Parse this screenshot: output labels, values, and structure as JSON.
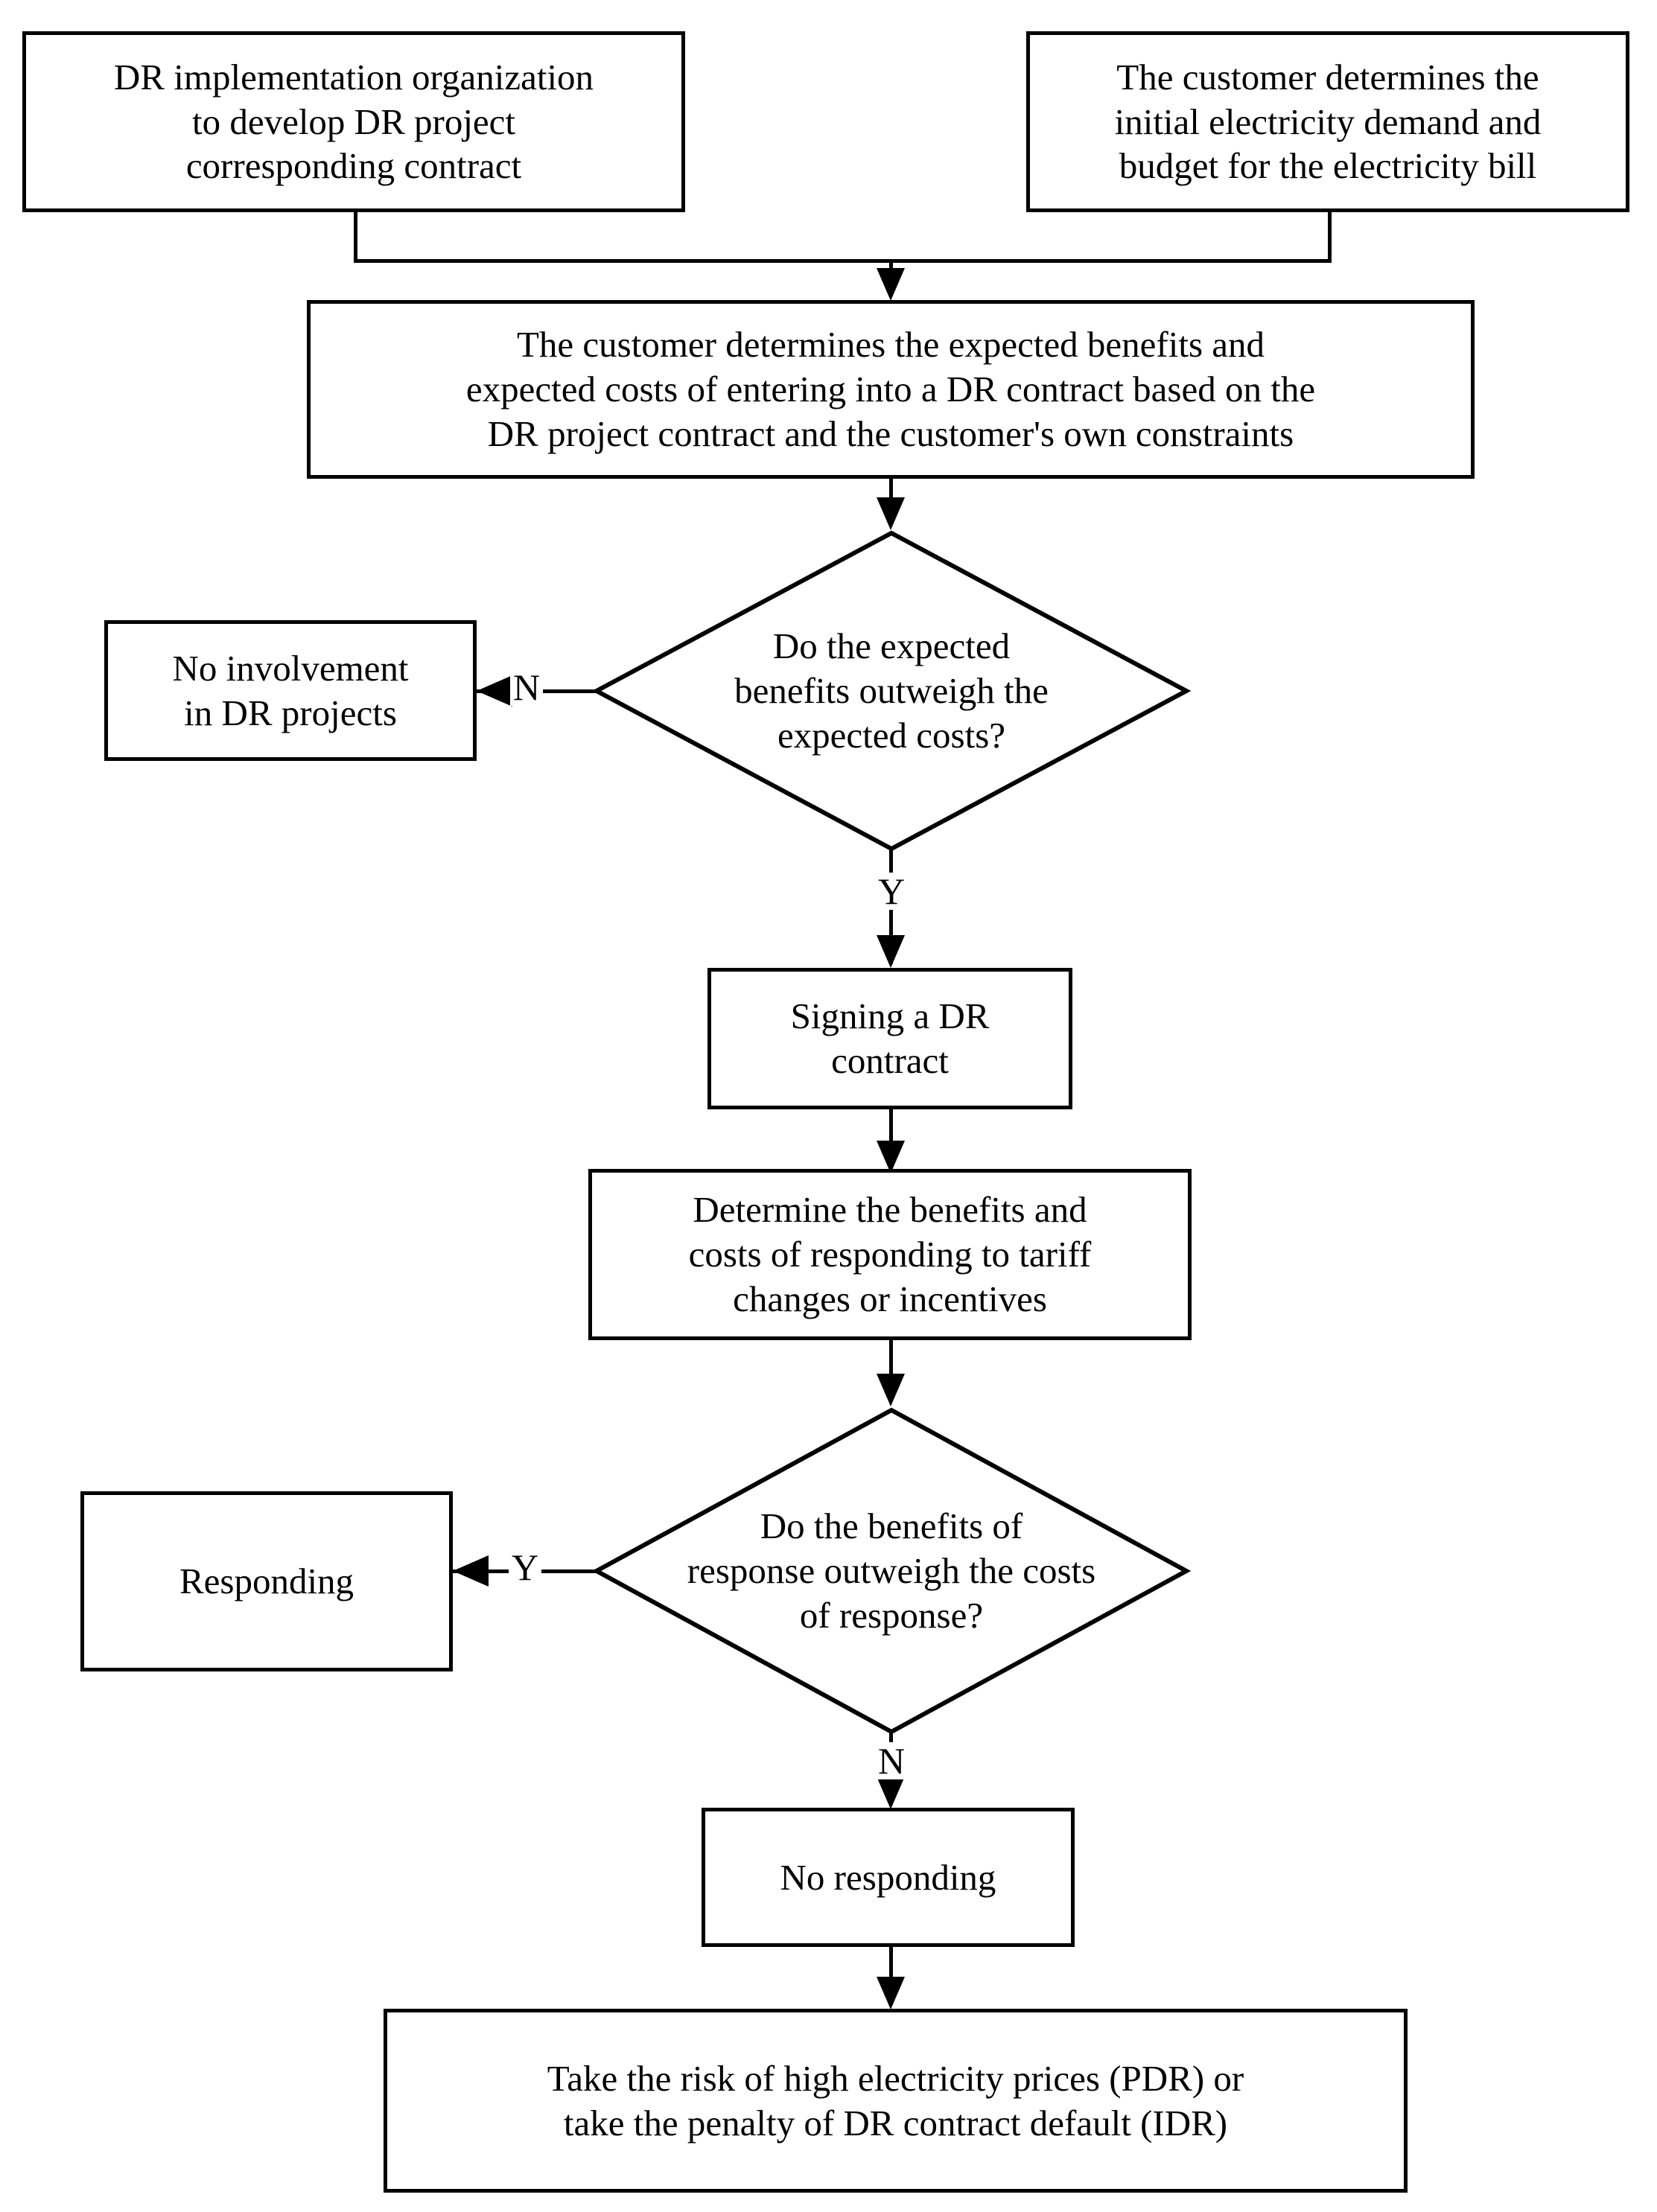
{
  "diagram": {
    "title": "DR customer decision-making flowchart",
    "type": "flowchart",
    "colors": {
      "stroke": "#000000",
      "fill": "#ffffff",
      "text": "#000000"
    },
    "nodes": {
      "dr_org_contract": {
        "shape": "process",
        "text": "DR implementation organization\nto develop DR project\ncorresponding contract"
      },
      "customer_initial_demand": {
        "shape": "process",
        "text": "The customer determines the\ninitial electricity demand and\nbudget for the electricity bill"
      },
      "customer_expected": {
        "shape": "process",
        "text": "The customer determines the expected benefits and\nexpected costs of entering into a DR contract based on the\nDR project contract and the  customer's own constraints"
      },
      "decision_expected": {
        "shape": "decision",
        "text": "Do the expected\nbenefits outweigh the\nexpected costs?"
      },
      "no_involvement": {
        "shape": "process",
        "text": "No involvement\nin DR projects"
      },
      "signing_contract": {
        "shape": "process",
        "text": "Signing a DR\ncontract"
      },
      "determine_benefits": {
        "shape": "process",
        "text": "Determine the benefits and\ncosts of responding to tariff\nchanges or incentives"
      },
      "decision_response": {
        "shape": "decision",
        "text": "Do the benefits of\nresponse outweigh the costs\nof response?"
      },
      "responding": {
        "shape": "process",
        "text": "Responding"
      },
      "no_responding": {
        "shape": "process",
        "text": "No responding"
      },
      "take_risk": {
        "shape": "process",
        "text": "Take the risk of high electricity prices (PDR) or\ntake the penalty of DR contract default (IDR)"
      }
    },
    "edge_labels": {
      "decision_expected_no": "N",
      "decision_expected_yes": "Y",
      "decision_response_yes": "Y",
      "decision_response_no": "N"
    }
  }
}
